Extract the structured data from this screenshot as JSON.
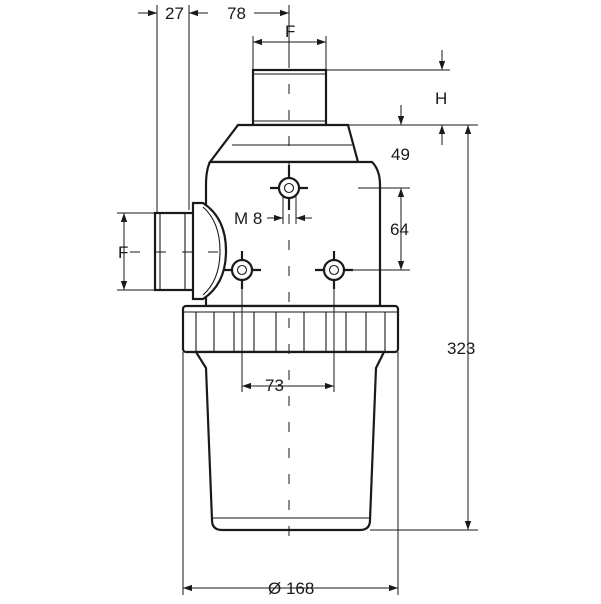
{
  "dimensions": {
    "dim_27": "27",
    "dim_78": "78",
    "dim_f_top": "F",
    "dim_h": "H",
    "dim_49": "49",
    "dim_m8": "M 8",
    "dim_64": "64",
    "dim_f_left": "F",
    "dim_323": "323",
    "dim_73": "73",
    "dim_168": "Ø 168"
  },
  "colors": {
    "line": "#1a1a1a",
    "background": "#ffffff"
  }
}
